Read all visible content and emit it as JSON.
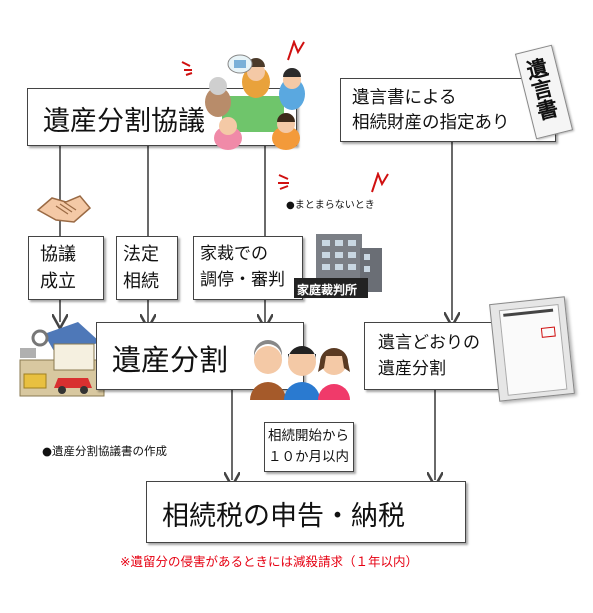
{
  "nodes": {
    "isan_bunkatsu_kyogi": "遺産分割協議",
    "yuigonsho": "遺言書による\n相続財産の指定あり",
    "yuigonsho_tag": "遺言書",
    "kyogi_seiritsu": "協議\n成立",
    "hotei_sozoku": "法定\n相続",
    "kasai_chotei": "家裁での\n調停・審判",
    "kasai_sign": "家庭裁判所",
    "matomaranai": "●まとまらないとき",
    "isan_bunkatsu": "遺産分割",
    "yuigon_doori": "遺言どおりの\n遺産分割",
    "kyogisho_sakusei": "●遺産分割協議書の作成",
    "kigen": "相続開始から\n１０か月以内",
    "shinkoku": "相続税の申告・納税",
    "note": "※遺留分の侵害があるときには減殺請求（１年以内）"
  },
  "colors": {
    "note_red": "#e60012",
    "box_border": "#444444",
    "arrow": "#444444"
  },
  "icons": [
    "handshake-icon",
    "family-meeting-icon",
    "will-scroll-icon",
    "courthouse-icon",
    "house-assets-icon",
    "family-icon",
    "will-document-icon",
    "shock-mark-icon"
  ]
}
